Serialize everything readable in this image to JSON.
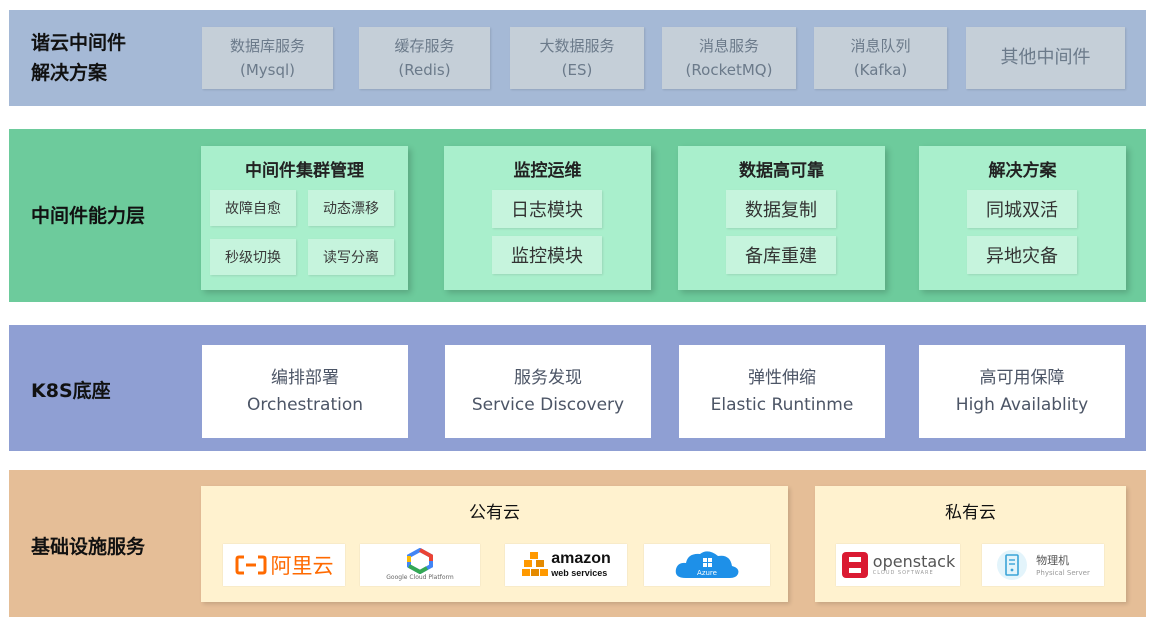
{
  "layer1": {
    "title_line1": "谐云中间件",
    "title_line2": "解决方案",
    "items": [
      {
        "line1": "数据库服务",
        "line2": "(Mysql)"
      },
      {
        "line1": "缓存服务",
        "line2": "(Redis)"
      },
      {
        "line1": "大数据服务",
        "line2": "(ES)"
      },
      {
        "line1": "消息服务",
        "line2": "(RocketMQ)"
      },
      {
        "line1": "消息队列",
        "line2": "(Kafka)"
      },
      {
        "line1": "其他中间件"
      }
    ]
  },
  "layer2": {
    "title": "中间件能力层",
    "cards": [
      {
        "title": "中间件集群管理",
        "chips": [
          "故障自愈",
          "动态漂移",
          "秒级切换",
          "读写分离"
        ]
      },
      {
        "title": "监控运维",
        "chips": [
          "日志模块",
          "监控模块"
        ]
      },
      {
        "title": "数据高可靠",
        "chips": [
          "数据复制",
          "备库重建"
        ]
      },
      {
        "title": "解决方案",
        "chips": [
          "同城双活",
          "异地灾备"
        ]
      }
    ]
  },
  "layer3": {
    "title": "K8S底座",
    "items": [
      {
        "zh": "编排部署",
        "en": "Orchestration"
      },
      {
        "zh": "服务发现",
        "en": "Service Discovery"
      },
      {
        "zh": "弹性伸缩",
        "en": "Elastic Runtinme"
      },
      {
        "zh": "高可用保障",
        "en": "High Availablity"
      }
    ]
  },
  "layer4": {
    "title": "基础设施服务",
    "public_cloud": {
      "title": "公有云",
      "logos": [
        {
          "icon": "aliyun-logo",
          "text": "阿里云"
        },
        {
          "icon": "google-cloud-logo",
          "text": "Google Cloud Platform"
        },
        {
          "icon": "aws-logo",
          "text_main": "amazon",
          "text_sub": "web services"
        },
        {
          "icon": "azure-logo",
          "text": "Azure"
        }
      ]
    },
    "private_cloud": {
      "title": "私有云",
      "logos": [
        {
          "icon": "openstack-logo",
          "text_main": "openstack",
          "text_sub": "CLOUD SOFTWARE"
        },
        {
          "icon": "physical-server-icon",
          "text_main": "物理机",
          "text_sub": "Physical Server"
        }
      ]
    }
  },
  "colors": {
    "layer1_bg": "#a5b9d6",
    "layer2_bg": "#6dcb9c",
    "layer3_bg": "#8f9fd3",
    "layer4_bg": "#e5be97",
    "aliyun_orange": "#ff6a00",
    "aws_orange": "#ff9900",
    "azure_blue": "#1e90e8",
    "openstack_red": "#da1a32"
  }
}
